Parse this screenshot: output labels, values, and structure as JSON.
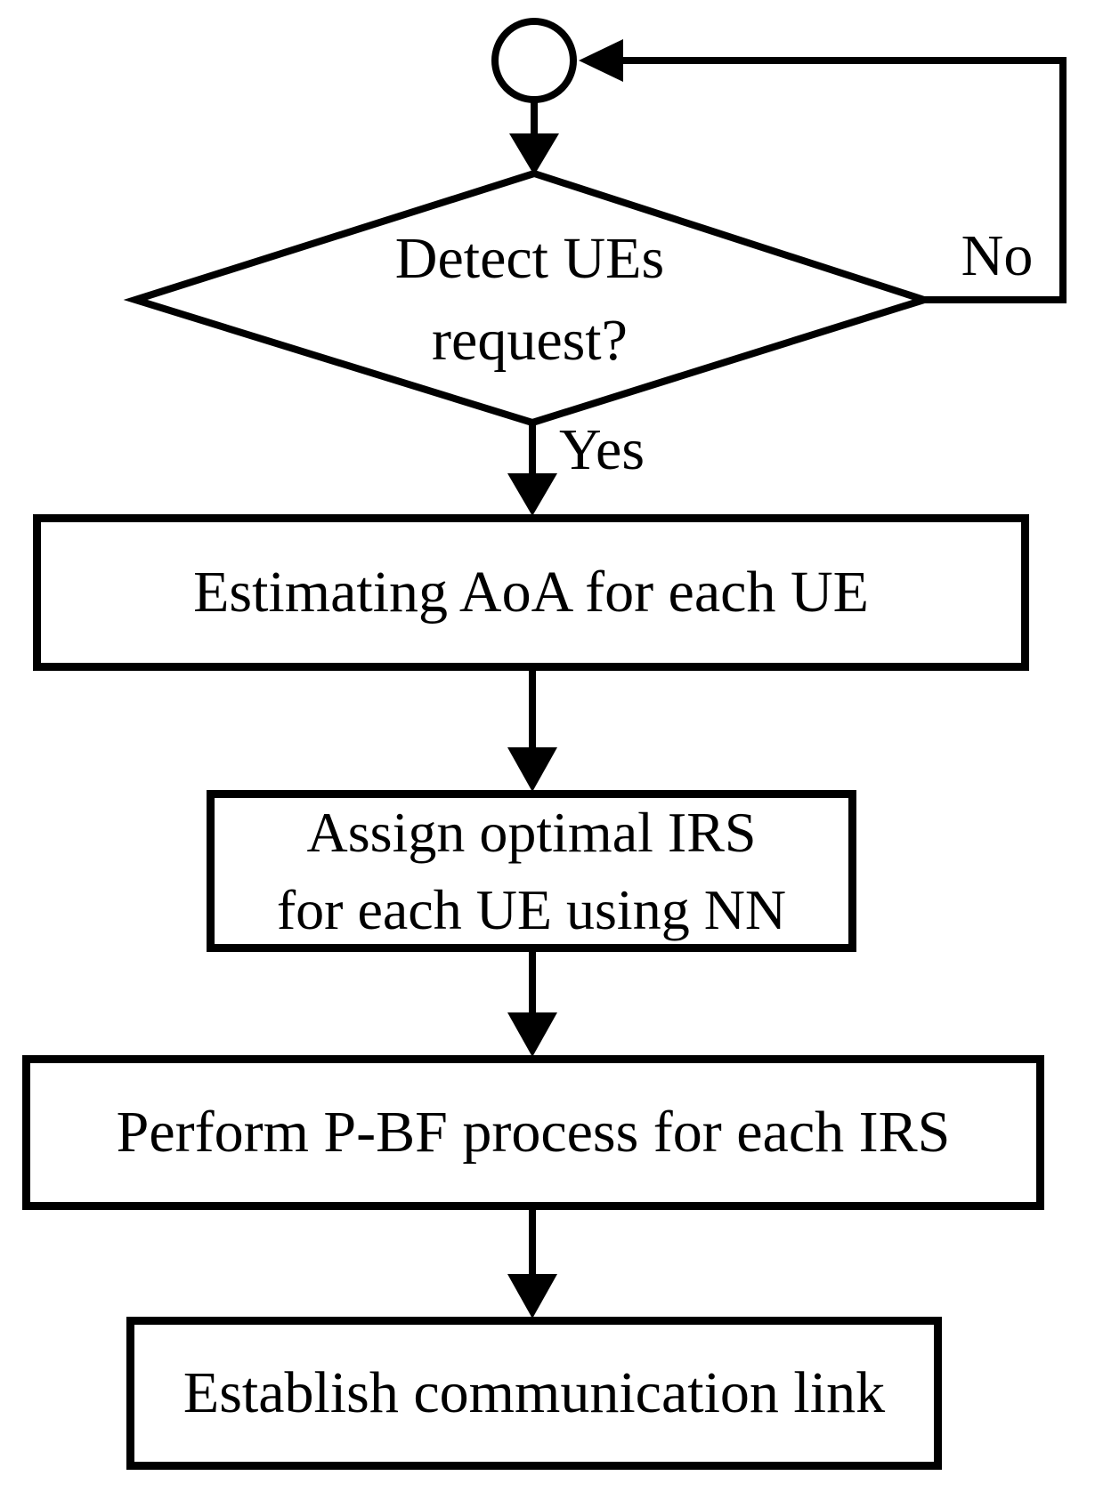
{
  "flowchart": {
    "decision": {
      "label": "Detect UEs\nrequest?"
    },
    "branch_labels": {
      "no": "No",
      "yes": "Yes"
    },
    "steps": [
      {
        "label": "Estimating AoA for each UE"
      },
      {
        "label": "Assign optimal IRS\nfor each UE using NN"
      },
      {
        "label": "Perform P-BF process for each IRS"
      },
      {
        "label": "Establish communication link"
      }
    ],
    "colors": {
      "stroke": "#000000",
      "fill": "#ffffff",
      "text": "#000000"
    }
  }
}
